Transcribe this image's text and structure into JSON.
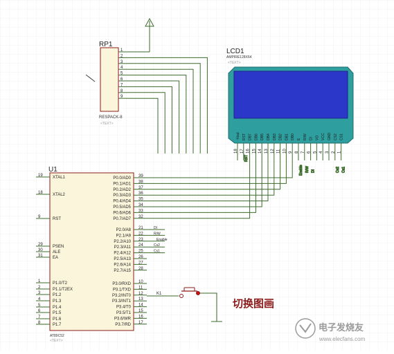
{
  "rp1": {
    "ref": "RP1",
    "part": "RESPACK-8",
    "text_tag": "<TEXT>",
    "pins": [
      "1",
      "2",
      "3",
      "4",
      "5",
      "6",
      "7",
      "8",
      "9"
    ]
  },
  "lcd": {
    "ref": "LCD1",
    "part": "AMPIRE128X64",
    "text_tag": "<TEXT>",
    "pin_names": [
      "-Vout",
      "RST",
      "DB7",
      "DB6",
      "DB5",
      "DB4",
      "DB3",
      "DB2",
      "DB1",
      "DB0",
      "E",
      "R/W",
      "DI",
      "VO",
      "VCC",
      "GND",
      "CS2",
      "CS1"
    ],
    "pin_numbers": [
      "18",
      "17",
      "16",
      "15",
      "14",
      "13",
      "12",
      "11",
      "10",
      "9",
      "8",
      "7",
      "6",
      "5",
      "4",
      "3",
      "2",
      "1"
    ],
    "net_labels": [
      "Enable",
      "R/W",
      "DI",
      "Cs2",
      "Cs1"
    ],
    "rst_label": "RST"
  },
  "u1": {
    "ref": "U1",
    "part": "AT89C52",
    "text_tag": "<TEXT>",
    "left_pins": [
      {
        "num": "19",
        "name": "XTAL1"
      },
      {
        "num": "18",
        "name": "XTAL2"
      },
      {
        "num": "9",
        "name": "RST"
      },
      {
        "num": "29",
        "name": "PSEN"
      },
      {
        "num": "30",
        "name": "ALE"
      },
      {
        "num": "31",
        "name": "EA"
      },
      {
        "num": "1",
        "name": "P1.0/T2"
      },
      {
        "num": "2",
        "name": "P1.1/T2EX"
      },
      {
        "num": "3",
        "name": "P1.2"
      },
      {
        "num": "4",
        "name": "P1.3"
      },
      {
        "num": "5",
        "name": "P1.4"
      },
      {
        "num": "6",
        "name": "P1.5"
      },
      {
        "num": "7",
        "name": "P1.6"
      },
      {
        "num": "8",
        "name": "P1.7"
      }
    ],
    "right_pins": [
      {
        "num": "39",
        "name": "P0.0/AD0"
      },
      {
        "num": "38",
        "name": "P0.1/AD1"
      },
      {
        "num": "37",
        "name": "P0.2/AD2"
      },
      {
        "num": "36",
        "name": "P0.3/AD3"
      },
      {
        "num": "35",
        "name": "P0.4/AD4"
      },
      {
        "num": "34",
        "name": "P0.5/AD5"
      },
      {
        "num": "33",
        "name": "P0.6/AD6"
      },
      {
        "num": "32",
        "name": "P0.7/AD7"
      },
      {
        "num": "21",
        "name": "P2.0/A8"
      },
      {
        "num": "22",
        "name": "P2.1/A9"
      },
      {
        "num": "23",
        "name": "P2.2/A10"
      },
      {
        "num": "24",
        "name": "P2.3/A11"
      },
      {
        "num": "25",
        "name": "P2.4/A12"
      },
      {
        "num": "26",
        "name": "P2.5/A13"
      },
      {
        "num": "27",
        "name": "P2.6/A14"
      },
      {
        "num": "28",
        "name": "P2.7/A15"
      },
      {
        "num": "10",
        "name": "P3.0/RXD"
      },
      {
        "num": "11",
        "name": "P3.1/TXD"
      },
      {
        "num": "12",
        "name": "P3.2/INT0"
      },
      {
        "num": "13",
        "name": "P3.3/INT1"
      },
      {
        "num": "14",
        "name": "P3.4/T0"
      },
      {
        "num": "15",
        "name": "P3.5/T1"
      },
      {
        "num": "16",
        "name": "P3.6/WR"
      },
      {
        "num": "17",
        "name": "P3.7/RD"
      }
    ],
    "p2_nets": [
      "DI",
      "R/W",
      "Enable",
      "Cs2",
      "Cs1"
    ]
  },
  "switch": {
    "ref": "K1"
  },
  "annotation": "切换图画",
  "watermark": {
    "brand": "电子发烧友",
    "url": "www.elecfans.com"
  },
  "colors": {
    "wire": "#3b6b2b",
    "component": "#8b1a1a",
    "body_fill": "#fbf5dc",
    "lcd_frame": "#2f9e9e",
    "lcd_screen": "#2b37c8",
    "annotation": "#8b1a1a"
  }
}
